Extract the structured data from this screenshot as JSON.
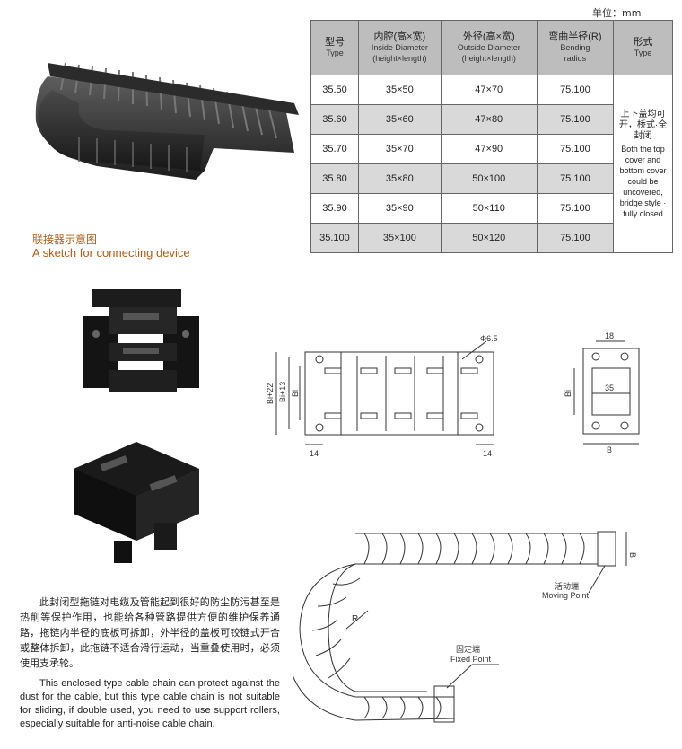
{
  "unit": "单位：mm",
  "table": {
    "headers": [
      {
        "cn": "型号",
        "en": "Type"
      },
      {
        "cn": "内腔(高×宽)",
        "en": "Inside Diameter",
        "en2": "(height×length)"
      },
      {
        "cn": "外径(高×宽)",
        "en": "Outside Diameter",
        "en2": "(height×length)"
      },
      {
        "cn": "弯曲半径(R)",
        "en": "Bending",
        "en2": "radius"
      },
      {
        "cn": "形式",
        "en": "Type"
      }
    ],
    "rows": [
      {
        "type": "35.50",
        "inside": "35×50",
        "outside": "47×70",
        "radius": "75.100"
      },
      {
        "type": "35.60",
        "inside": "35×60",
        "outside": "47×80",
        "radius": "75.100"
      },
      {
        "type": "35.70",
        "inside": "35×70",
        "outside": "47×90",
        "radius": "75.100"
      },
      {
        "type": "35.80",
        "inside": "35×80",
        "outside": "50×100",
        "radius": "75.100"
      },
      {
        "type": "35.90",
        "inside": "35×90",
        "outside": "50×110",
        "radius": "75.100"
      },
      {
        "type": "35.100",
        "inside": "35×100",
        "outside": "50×120",
        "radius": "75.100"
      }
    ],
    "form_cn": "上下盖均可开，桥式·全封闭",
    "form_en": "Both the top cover and bottom cover could be uncovered, bridge style · fully closed"
  },
  "sketch_cn": "联接器示意图",
  "sketch_en": "A sketch for connecting device",
  "dims": {
    "hole": "Φ6.5",
    "bi22": "Bi+22",
    "bi13": "Bi+13",
    "bi": "Bi",
    "left14": "14",
    "right14": "14",
    "w18": "18",
    "w35": "35",
    "b": "B"
  },
  "moving_cn": "活动端",
  "moving_en": "Moving Point",
  "fixed_cn": "固定端",
  "fixed_en": "Fixed Point",
  "radius_label": "R",
  "desc_cn": "此封闭型拖链对电缆及管能起到很好的防尘防污甚至是热削等保护作用，也能给各种管路提供方便的维护保养通路，拖链内半径的底板可拆卸，外半径的盖板可铰链式开合或整体拆卸，此拖链不适合滑行运动，当重叠使用时，必须使用支承轮。",
  "desc_en": "This enclosed type cable chain can protect against the dust for the cable, but this type cable chain is not suitable for sliding, if double used, you need to use support rollers, especially suitable for anti-noise cable chain."
}
